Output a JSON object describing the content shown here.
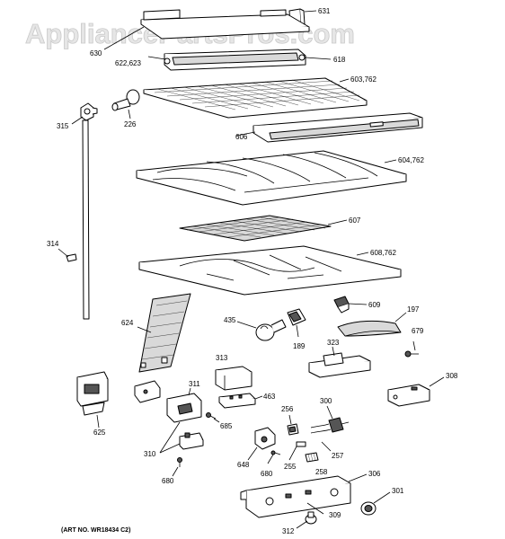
{
  "watermark": "AppliancePartsPros.com",
  "art_number": "(ART NO. WR18434 C2)",
  "labels": {
    "l631": "631",
    "l630": "630",
    "l622_623": "622,623",
    "l618": "618",
    "l603_762": "603,762",
    "l315": "315",
    "l226": "226",
    "l606": "606",
    "l604_762": "604,762",
    "l607": "607",
    "l314": "314",
    "l608_762": "608,762",
    "l609": "609",
    "l197": "197",
    "l624": "624",
    "l435": "435",
    "l189": "189",
    "l323": "323",
    "l679": "679",
    "l313": "313",
    "l308": "308",
    "l311": "311",
    "l463": "463",
    "l625": "625",
    "l685": "685",
    "l300": "300",
    "l256": "256",
    "l257": "257",
    "l310": "310",
    "l648": "648",
    "l255": "255",
    "l258": "258",
    "l680a": "680",
    "l680b": "680",
    "l306": "306",
    "l301": "301",
    "l309": "309",
    "l312": "312"
  }
}
